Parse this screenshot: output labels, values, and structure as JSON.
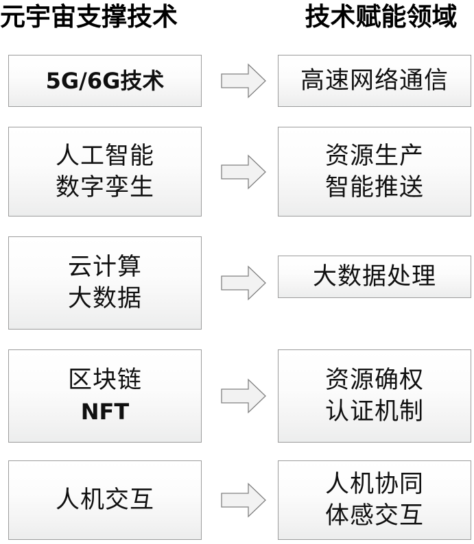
{
  "diagram": {
    "type": "two-column-mapping-flow",
    "headers": {
      "left": "元宇宙支撑技术",
      "right": "技术赋能领域"
    },
    "connector": {
      "icon": "right-block-arrow",
      "fill": "#f2f2f2",
      "stroke": "#7f7f7f"
    },
    "style": {
      "box_border": "#9b9b9b",
      "box_fill_top": "#ffffff",
      "box_fill_bottom": "#ececed",
      "text_color": "#101010",
      "background": "#ffffff"
    },
    "rows": [
      {
        "id": "row-1",
        "left": {
          "lines": [
            "5G/6G技术"
          ],
          "style": "mixed"
        },
        "right": {
          "lines": [
            "高速网络通信"
          ],
          "style": "cjk"
        }
      },
      {
        "id": "row-2",
        "left": {
          "lines": [
            "人工智能",
            "数字孪生"
          ],
          "style": "cjk"
        },
        "right": {
          "lines": [
            "资源生产",
            "智能推送"
          ],
          "style": "cjk"
        }
      },
      {
        "id": "row-3",
        "left": {
          "lines": [
            "云计算",
            "大数据"
          ],
          "style": "cjk"
        },
        "right": {
          "lines": [
            "大数据处理"
          ],
          "style": "cjk"
        }
      },
      {
        "id": "row-4",
        "left": {
          "lines": [
            "区块链",
            "NFT"
          ],
          "style": "cjk-latin"
        },
        "right": {
          "lines": [
            "资源确权",
            "认证机制"
          ],
          "style": "cjk"
        }
      },
      {
        "id": "row-5",
        "left": {
          "lines": [
            "人机交互"
          ],
          "style": "cjk"
        },
        "right": {
          "lines": [
            "人机协同",
            "体感交互"
          ],
          "style": "cjk"
        }
      }
    ]
  }
}
